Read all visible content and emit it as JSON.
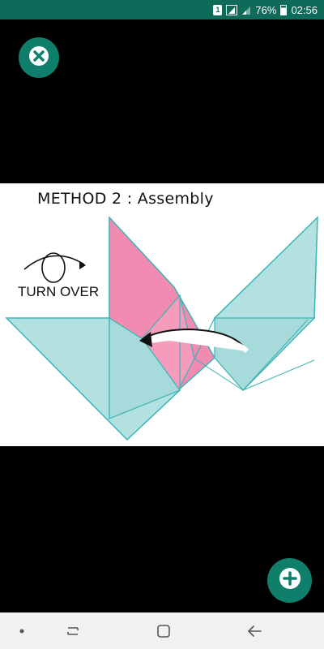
{
  "status_bar": {
    "sim_label": "1",
    "battery_percent": "76%",
    "time": "02:56",
    "battery_level": 0.76,
    "icons": [
      "sim-icon",
      "signal-icon",
      "signal-icon-2",
      "battery-icon"
    ]
  },
  "viewer": {
    "title": "METHOD 2 : Assembly",
    "instruction": "TURN OVER",
    "colors": {
      "accent": "#0f7f6b",
      "status_bar": "#0e6b5a",
      "pink": "#f28bb1",
      "teal": "#b3e0e0",
      "outline": "#3bb4b4"
    }
  },
  "buttons": {
    "close_icon": "close-icon",
    "add_icon": "plus-icon"
  },
  "navigation": {
    "items": [
      "dot-icon",
      "recent-apps-icon",
      "home-icon",
      "back-icon"
    ]
  }
}
